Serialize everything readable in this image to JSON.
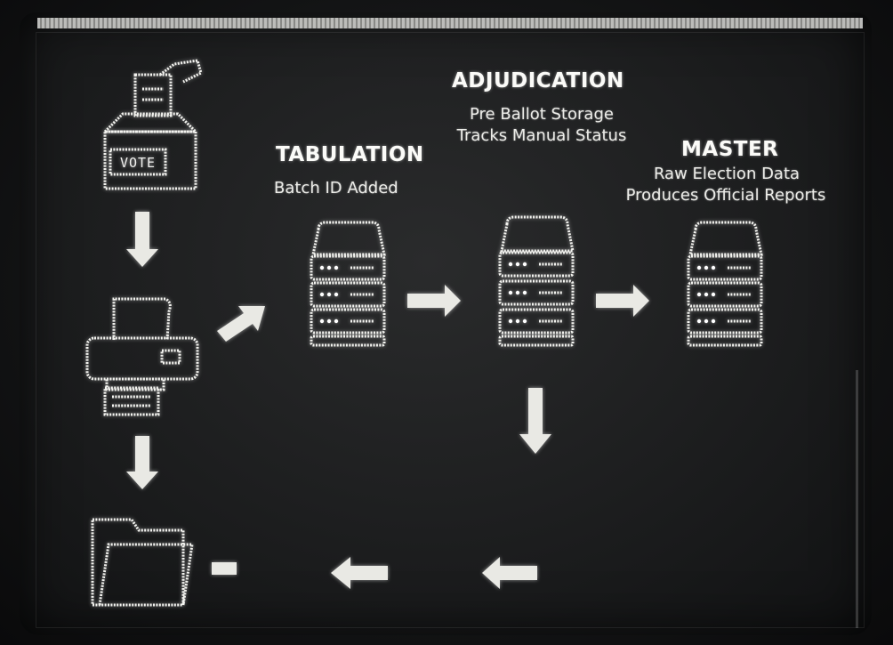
{
  "nodes": {
    "vote": {
      "label": "VOTE"
    },
    "tabulation": {
      "title": "TABULATION",
      "desc": "Batch ID Added"
    },
    "adjudication": {
      "title": "ADJUDICATION",
      "desc_line1": "Pre Ballot Storage",
      "desc_line2": "Tracks Manual Status"
    },
    "master": {
      "title": "MASTER",
      "desc_line1": "Raw Election Data",
      "desc_line2": "Produces Official Reports"
    }
  },
  "flow": [
    {
      "from": "ballot-box",
      "to": "printer",
      "direction": "down"
    },
    {
      "from": "printer",
      "to": "tabulation",
      "direction": "up-right"
    },
    {
      "from": "tabulation",
      "to": "adjudication",
      "direction": "right"
    },
    {
      "from": "adjudication",
      "to": "master",
      "direction": "right"
    },
    {
      "from": "adjudication",
      "to": "return",
      "direction": "down"
    },
    {
      "from": "return",
      "to": "folder",
      "direction": "left"
    },
    {
      "from": "printer",
      "to": "folder",
      "direction": "down"
    }
  ],
  "colors": {
    "foreground": "#f1f1ef",
    "background": "#1b1c1d"
  }
}
